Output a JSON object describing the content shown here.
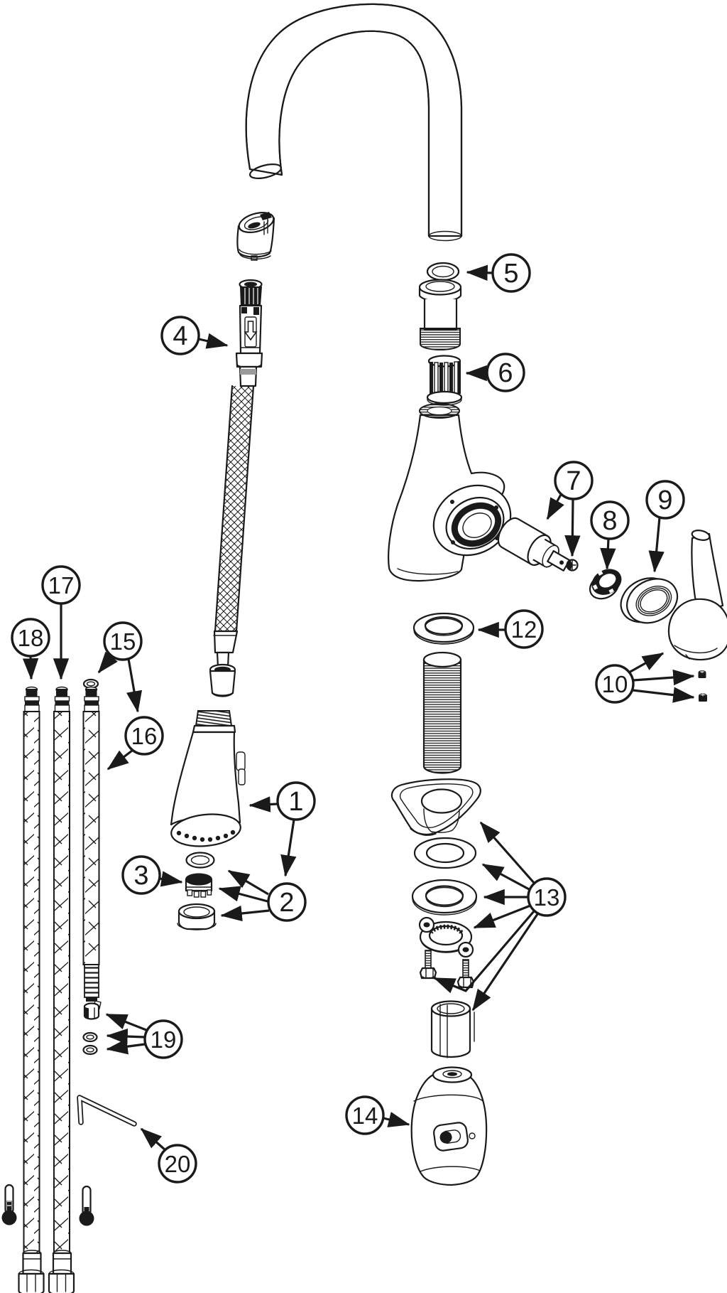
{
  "figure": {
    "kind": "exploded-parts-diagram",
    "subject": "pull-down kitchen faucet",
    "background_color": "#ffffff",
    "line_color": "#1a1a1a",
    "callout_count": 19
  },
  "callouts": [
    {
      "number": "1",
      "part": "spray head"
    },
    {
      "number": "2",
      "part": "spray head washer, aerator and collar set"
    },
    {
      "number": "3",
      "part": "aerator"
    },
    {
      "number": "4",
      "part": "pull-down hose with quick connector"
    },
    {
      "number": "5",
      "part": "o-ring"
    },
    {
      "number": "6",
      "part": "spline adapter"
    },
    {
      "number": "7",
      "part": "cartridge and screw"
    },
    {
      "number": "8",
      "part": "cartridge retaining nut"
    },
    {
      "number": "9",
      "part": "handle trim ring"
    },
    {
      "number": "10",
      "part": "handle lever and set screws"
    },
    {
      "number": "12",
      "part": "base gasket ring"
    },
    {
      "number": "13",
      "part": "mounting hardware set"
    },
    {
      "number": "14",
      "part": "hose weight"
    },
    {
      "number": "15",
      "part": "supply tube o-ring"
    },
    {
      "number": "16",
      "part": "pull-down supply tube"
    },
    {
      "number": "17",
      "part": "supply hose"
    },
    {
      "number": "18",
      "part": "supply hose"
    },
    {
      "number": "19",
      "part": "quick-connect clip and o-rings"
    },
    {
      "number": "20",
      "part": "hex key"
    }
  ]
}
